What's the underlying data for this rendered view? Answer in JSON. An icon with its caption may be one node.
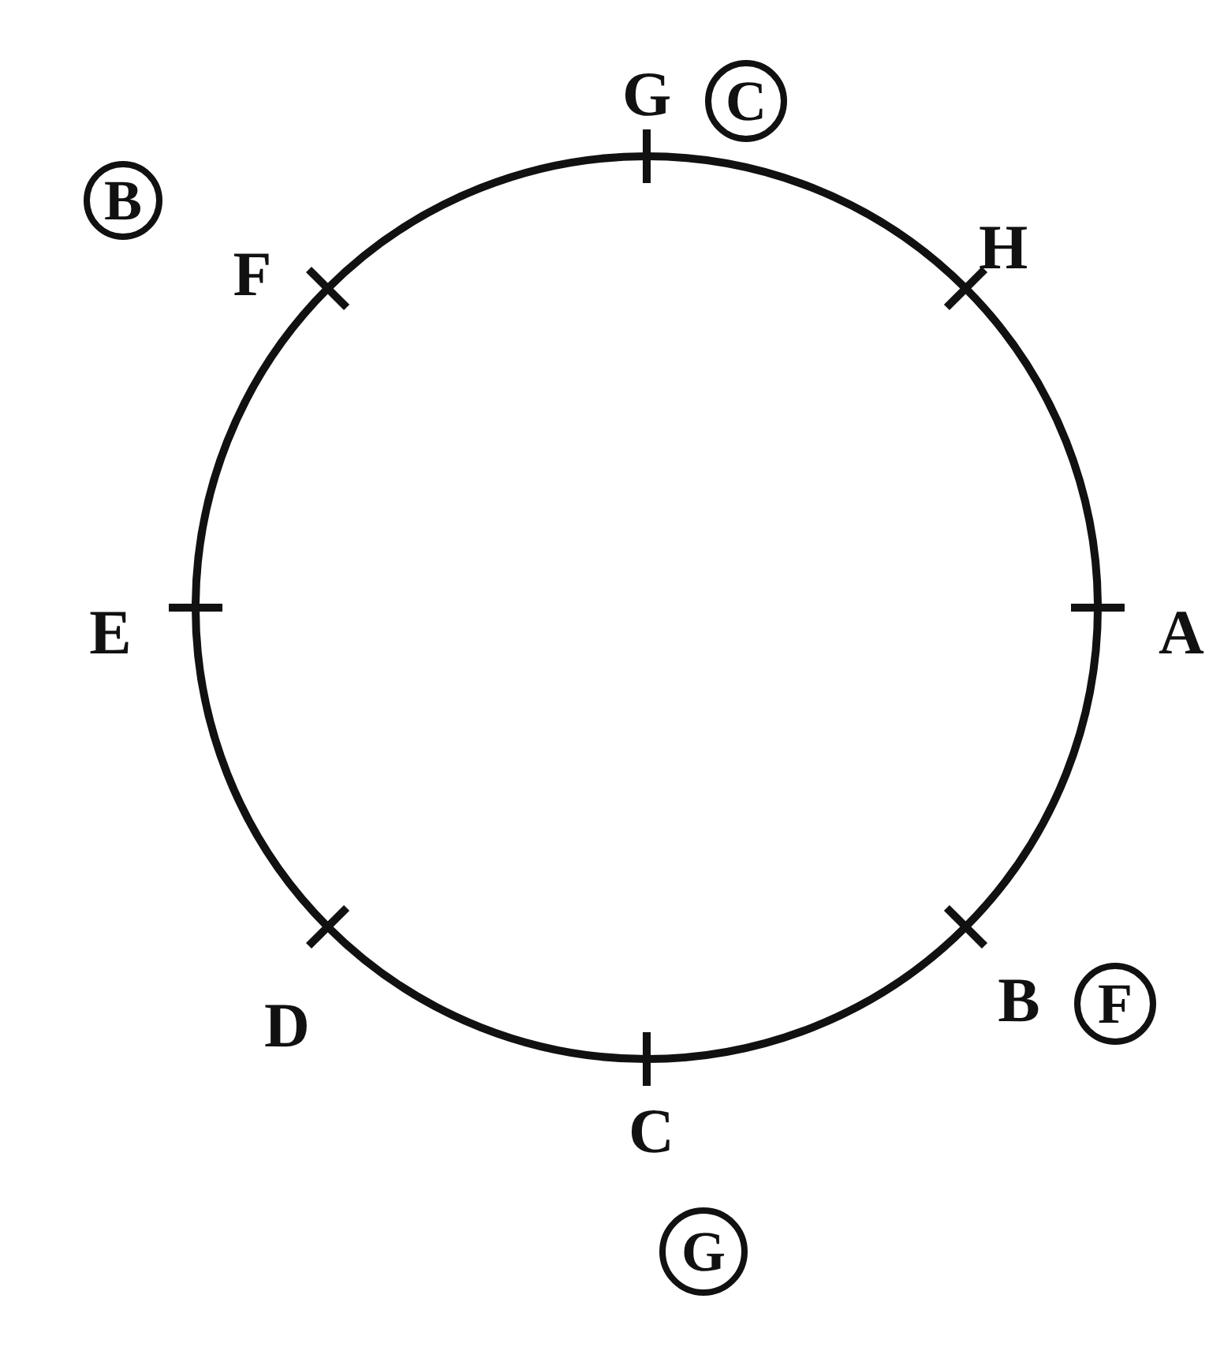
{
  "diagram": {
    "nodes": [
      {
        "text": [
          "C"
        ]
      },
      {
        "text": [
          "B"
        ]
      },
      {
        "text": [
          "F"
        ]
      },
      {
        "text": [
          "G"
        ]
      }
    ],
    "labels": [
      "G",
      "F",
      "H",
      "E",
      "A",
      "D",
      "B",
      "C"
    ]
  }
}
